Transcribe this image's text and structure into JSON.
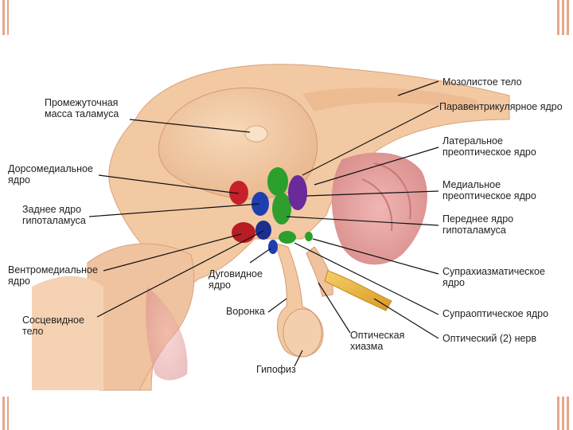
{
  "labels": {
    "corpus_callosum": "Мозолистое тело",
    "paraventricular": "Паравентрикулярное ядро",
    "lateral_preoptic": "Латеральное\nпреоптическое ядро",
    "medial_preoptic": "Медиальное\nпреоптическое ядро",
    "anterior_hypothalamic": "Переднее ядро\nгипоталамуса",
    "suprachiasmatic": "Супрахиазматическое\nядро",
    "supraoptic": "Супраоптическое ядро",
    "optic_nerve": "Оптический (2) нерв",
    "optic_chiasm": "Оптическая\nхиазма",
    "pituitary": "Гипофиз",
    "infundibulum": "Воронка",
    "arcuate": "Дуговидное\nядро",
    "mammillary": "Сосцевидное\nтело",
    "ventromedial": "Вентромедиальное\nядро",
    "posterior_hypothalamic": "Заднее ядро\nгипоталамуса",
    "dorsomedial": "Дорсомедиальное\nядро",
    "interthalamic_adhesion": "Промежуточная\nмасса таламуса"
  },
  "colors": {
    "tissue": "#f2c9a3",
    "tissue_dark": "#e2a57c",
    "red_nucleus": "#c8202a",
    "blue_nucleus": "#1f3fb0",
    "green_nucleus": "#2aa02a",
    "purple_nucleus": "#6a2a9a",
    "optic_nerve": "#e8b43a",
    "corner_accent": "#e8a58a"
  }
}
